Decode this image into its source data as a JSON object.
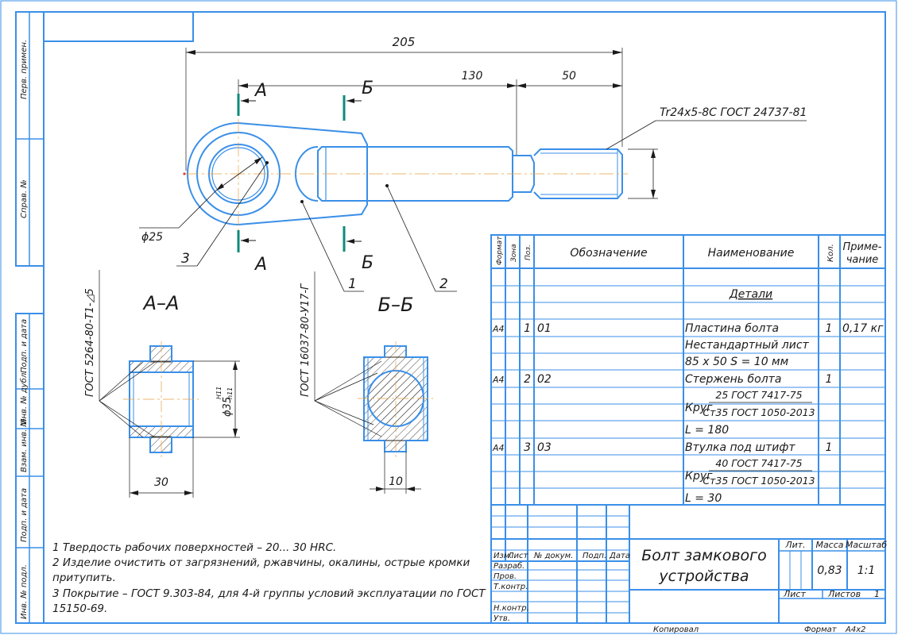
{
  "dimensions": {
    "overall": "205",
    "d130": "130",
    "d50": "50",
    "phi25": "ϕ25",
    "d30": "30",
    "d10": "10",
    "phi35": "ϕ35",
    "phi35_tol_top": "H11",
    "phi35_tol_bottom": "h11"
  },
  "thread_label": "Tr24x5-8C ГОСТ 24737-81",
  "section_marks": {
    "a": "А",
    "b": "Б"
  },
  "section_titles": {
    "aa": "А–А",
    "bb": "Б–Б"
  },
  "fit_notes": {
    "aa": "ГОСТ 5264-80-Т1-◿5",
    "bb": "ГОСТ 16037-80-У17-Г"
  },
  "positions": {
    "p1": "1",
    "p2": "2",
    "p3": "3"
  },
  "side_stamps": [
    "Перв. примен.",
    "Справ. №",
    "Подп. и дата",
    "Инв. № дубл.",
    "Взам. инв. №",
    "Подп. и дата",
    "Инв. № подл."
  ],
  "notes": [
    "1 Твердость рабочих поверхностей – 20... 30 HRC.",
    "2 Изделие очистить от загрязнений, ржавчины, окалины, острые кромки",
    "притупить.",
    "3 Покрытие – ГОСТ 9.303-84, для 4-й группы условий эксплуатации по ГОСТ",
    "15150-69."
  ],
  "spec": {
    "headers": {
      "format": "Формат",
      "zone": "Зона",
      "pos": "Поз.",
      "designation": "Обозначение",
      "name": "Наименование",
      "qty": "Кол.",
      "note1": "Приме-",
      "note2": "чание"
    },
    "section": "Детали",
    "rows": [
      {
        "fmt": "А4",
        "pos": "1",
        "des": "01",
        "name": "Пластина болта",
        "qty": "1",
        "note": "0,17 кг"
      },
      {
        "name": "Нестандартный лист"
      },
      {
        "name": "85 x 50 S = 10 мм"
      },
      {
        "fmt": "А4",
        "pos": "2",
        "des": "02",
        "name": "Стержень болта",
        "qty": "1"
      },
      {
        "krug": "Круг",
        "num": "25 ГОСТ 7417-75",
        "den": "Ст35 ГОСТ 1050-2013"
      },
      {
        "name": "L = 180"
      },
      {
        "fmt": "А4",
        "pos": "3",
        "des": "03",
        "name": "Втулка под штифт",
        "qty": "1"
      },
      {
        "krug": "Круг",
        "num": "40 ГОСТ 7417-75",
        "den": "Ст35 ГОСТ 1050-2013"
      },
      {
        "name": "L = 30"
      }
    ]
  },
  "title_block": {
    "title_line1": "Болт замкового",
    "title_line2": "устройства",
    "lit": "Лит.",
    "mass": "Масса",
    "scale": "Масштаб",
    "mass_value": "0,83",
    "scale_value": "1:1",
    "sheet": "Лист",
    "sheets": "Листов",
    "sheets_value": "1",
    "cols": {
      "izm": "Изм.",
      "list": "Лист",
      "doc": "№ докум.",
      "sign": "Подп.",
      "date": "Дата"
    },
    "roles": [
      "Разраб.",
      "Пров.",
      "Т.контр.",
      "Н.контр.",
      "Утв."
    ],
    "copied": "Копировал",
    "format": "Формат",
    "format_value": "А4x2"
  }
}
